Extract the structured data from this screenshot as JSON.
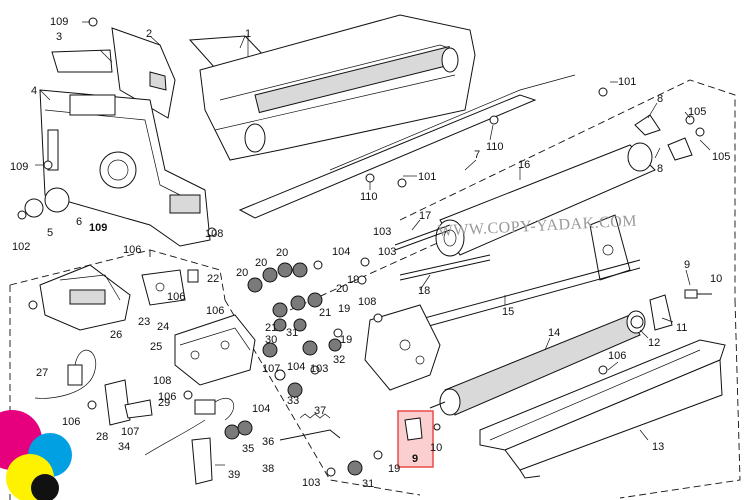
{
  "watermark": "WWW.COPY-YADAK.COM",
  "highlight_color": "#e84a4a",
  "callouts": [
    {
      "id": "c-109-top",
      "text": "109"
    },
    {
      "id": "c-3",
      "text": "3"
    },
    {
      "id": "c-2",
      "text": "2"
    },
    {
      "id": "c-1",
      "text": "1"
    },
    {
      "id": "c-4",
      "text": "4"
    },
    {
      "id": "c-109-left",
      "text": "109"
    },
    {
      "id": "c-6",
      "text": "6"
    },
    {
      "id": "c-5",
      "text": "5"
    },
    {
      "id": "c-102",
      "text": "102"
    },
    {
      "id": "c-109-mid",
      "text": "109"
    },
    {
      "id": "c-101-top",
      "text": "101"
    },
    {
      "id": "c-8-top",
      "text": "8"
    },
    {
      "id": "c-105-a",
      "text": "105"
    },
    {
      "id": "c-105-b",
      "text": "105"
    },
    {
      "id": "c-8-bot",
      "text": "8"
    },
    {
      "id": "c-110-a",
      "text": "110"
    },
    {
      "id": "c-7",
      "text": "7"
    },
    {
      "id": "c-16",
      "text": "16"
    },
    {
      "id": "c-101-mid",
      "text": "101"
    },
    {
      "id": "c-110-b",
      "text": "110"
    },
    {
      "id": "c-108-a",
      "text": "108"
    },
    {
      "id": "c-106-a",
      "text": "106"
    },
    {
      "id": "c-20-a",
      "text": "20"
    },
    {
      "id": "c-20-b",
      "text": "20"
    },
    {
      "id": "c-104-a",
      "text": "104"
    },
    {
      "id": "c-20-c",
      "text": "20"
    },
    {
      "id": "c-103-a",
      "text": "103"
    },
    {
      "id": "c-17",
      "text": "17"
    },
    {
      "id": "c-19-a",
      "text": "19"
    },
    {
      "id": "c-103-b",
      "text": "103"
    },
    {
      "id": "c-22",
      "text": "22"
    },
    {
      "id": "c-106-b",
      "text": "106"
    },
    {
      "id": "c-26",
      "text": "26"
    },
    {
      "id": "c-23",
      "text": "23"
    },
    {
      "id": "c-24",
      "text": "24"
    },
    {
      "id": "c-106-c",
      "text": "106"
    },
    {
      "id": "c-20-d",
      "text": "20"
    },
    {
      "id": "c-21-a",
      "text": "21"
    },
    {
      "id": "c-21-b",
      "text": "21"
    },
    {
      "id": "c-108-b",
      "text": "108"
    },
    {
      "id": "c-19-b",
      "text": "19"
    },
    {
      "id": "c-18",
      "text": "18"
    },
    {
      "id": "c-15",
      "text": "15"
    },
    {
      "id": "c-9-right",
      "text": "9"
    },
    {
      "id": "c-10-right",
      "text": "10"
    },
    {
      "id": "c-11",
      "text": "11"
    },
    {
      "id": "c-12",
      "text": "12"
    },
    {
      "id": "c-14",
      "text": "14"
    },
    {
      "id": "c-25",
      "text": "25"
    },
    {
      "id": "c-30",
      "text": "30"
    },
    {
      "id": "c-31-a",
      "text": "31"
    },
    {
      "id": "c-32",
      "text": "32"
    },
    {
      "id": "c-19-c",
      "text": "19"
    },
    {
      "id": "c-27",
      "text": "27"
    },
    {
      "id": "c-106-d",
      "text": "106"
    },
    {
      "id": "c-108-c",
      "text": "108"
    },
    {
      "id": "c-107-a",
      "text": "107"
    },
    {
      "id": "c-104-b",
      "text": "104"
    },
    {
      "id": "c-103-c",
      "text": "103"
    },
    {
      "id": "c-106-e",
      "text": "106"
    },
    {
      "id": "c-28",
      "text": "28"
    },
    {
      "id": "c-29",
      "text": "29"
    },
    {
      "id": "c-104-c",
      "text": "104"
    },
    {
      "id": "c-33",
      "text": "33"
    },
    {
      "id": "c-107-b",
      "text": "107"
    },
    {
      "id": "c-37",
      "text": "37"
    },
    {
      "id": "c-36",
      "text": "36"
    },
    {
      "id": "c-35",
      "text": "35"
    },
    {
      "id": "c-34",
      "text": "34"
    },
    {
      "id": "c-10-mid",
      "text": "10"
    },
    {
      "id": "c-9-hl",
      "text": "9"
    },
    {
      "id": "c-13",
      "text": "13"
    },
    {
      "id": "c-106-f",
      "text": "106"
    },
    {
      "id": "c-38",
      "text": "38"
    },
    {
      "id": "c-39",
      "text": "39"
    },
    {
      "id": "c-19-d",
      "text": "19"
    },
    {
      "id": "c-103-d",
      "text": "103"
    },
    {
      "id": "c-31-b",
      "text": "31"
    }
  ]
}
